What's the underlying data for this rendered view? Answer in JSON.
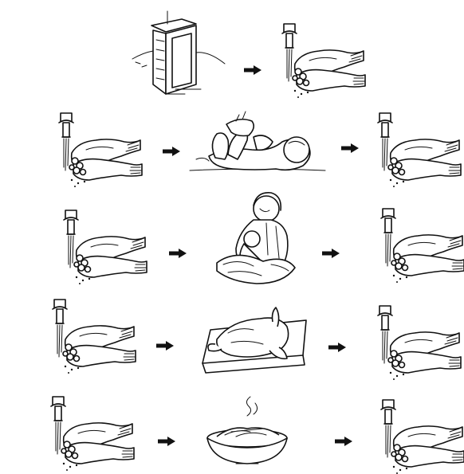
{
  "colors": {
    "ink": "#111111",
    "background": "#ffffff"
  },
  "sequences": [
    {
      "name": "toilet",
      "steps": [
        "latrine-icon",
        "handwashing-icon"
      ]
    },
    {
      "name": "baby-care",
      "steps": [
        "handwashing-icon",
        "diaper-change-icon",
        "handwashing-icon"
      ]
    },
    {
      "name": "breastfeeding",
      "steps": [
        "handwashing-icon",
        "breastfeeding-icon",
        "handwashing-icon"
      ]
    },
    {
      "name": "food-preparation",
      "steps": [
        "handwashing-icon",
        "raw-poultry-icon",
        "handwashing-icon"
      ]
    },
    {
      "name": "eating",
      "steps": [
        "handwashing-icon",
        "food-bowl-icon",
        "handwashing-icon"
      ]
    }
  ]
}
